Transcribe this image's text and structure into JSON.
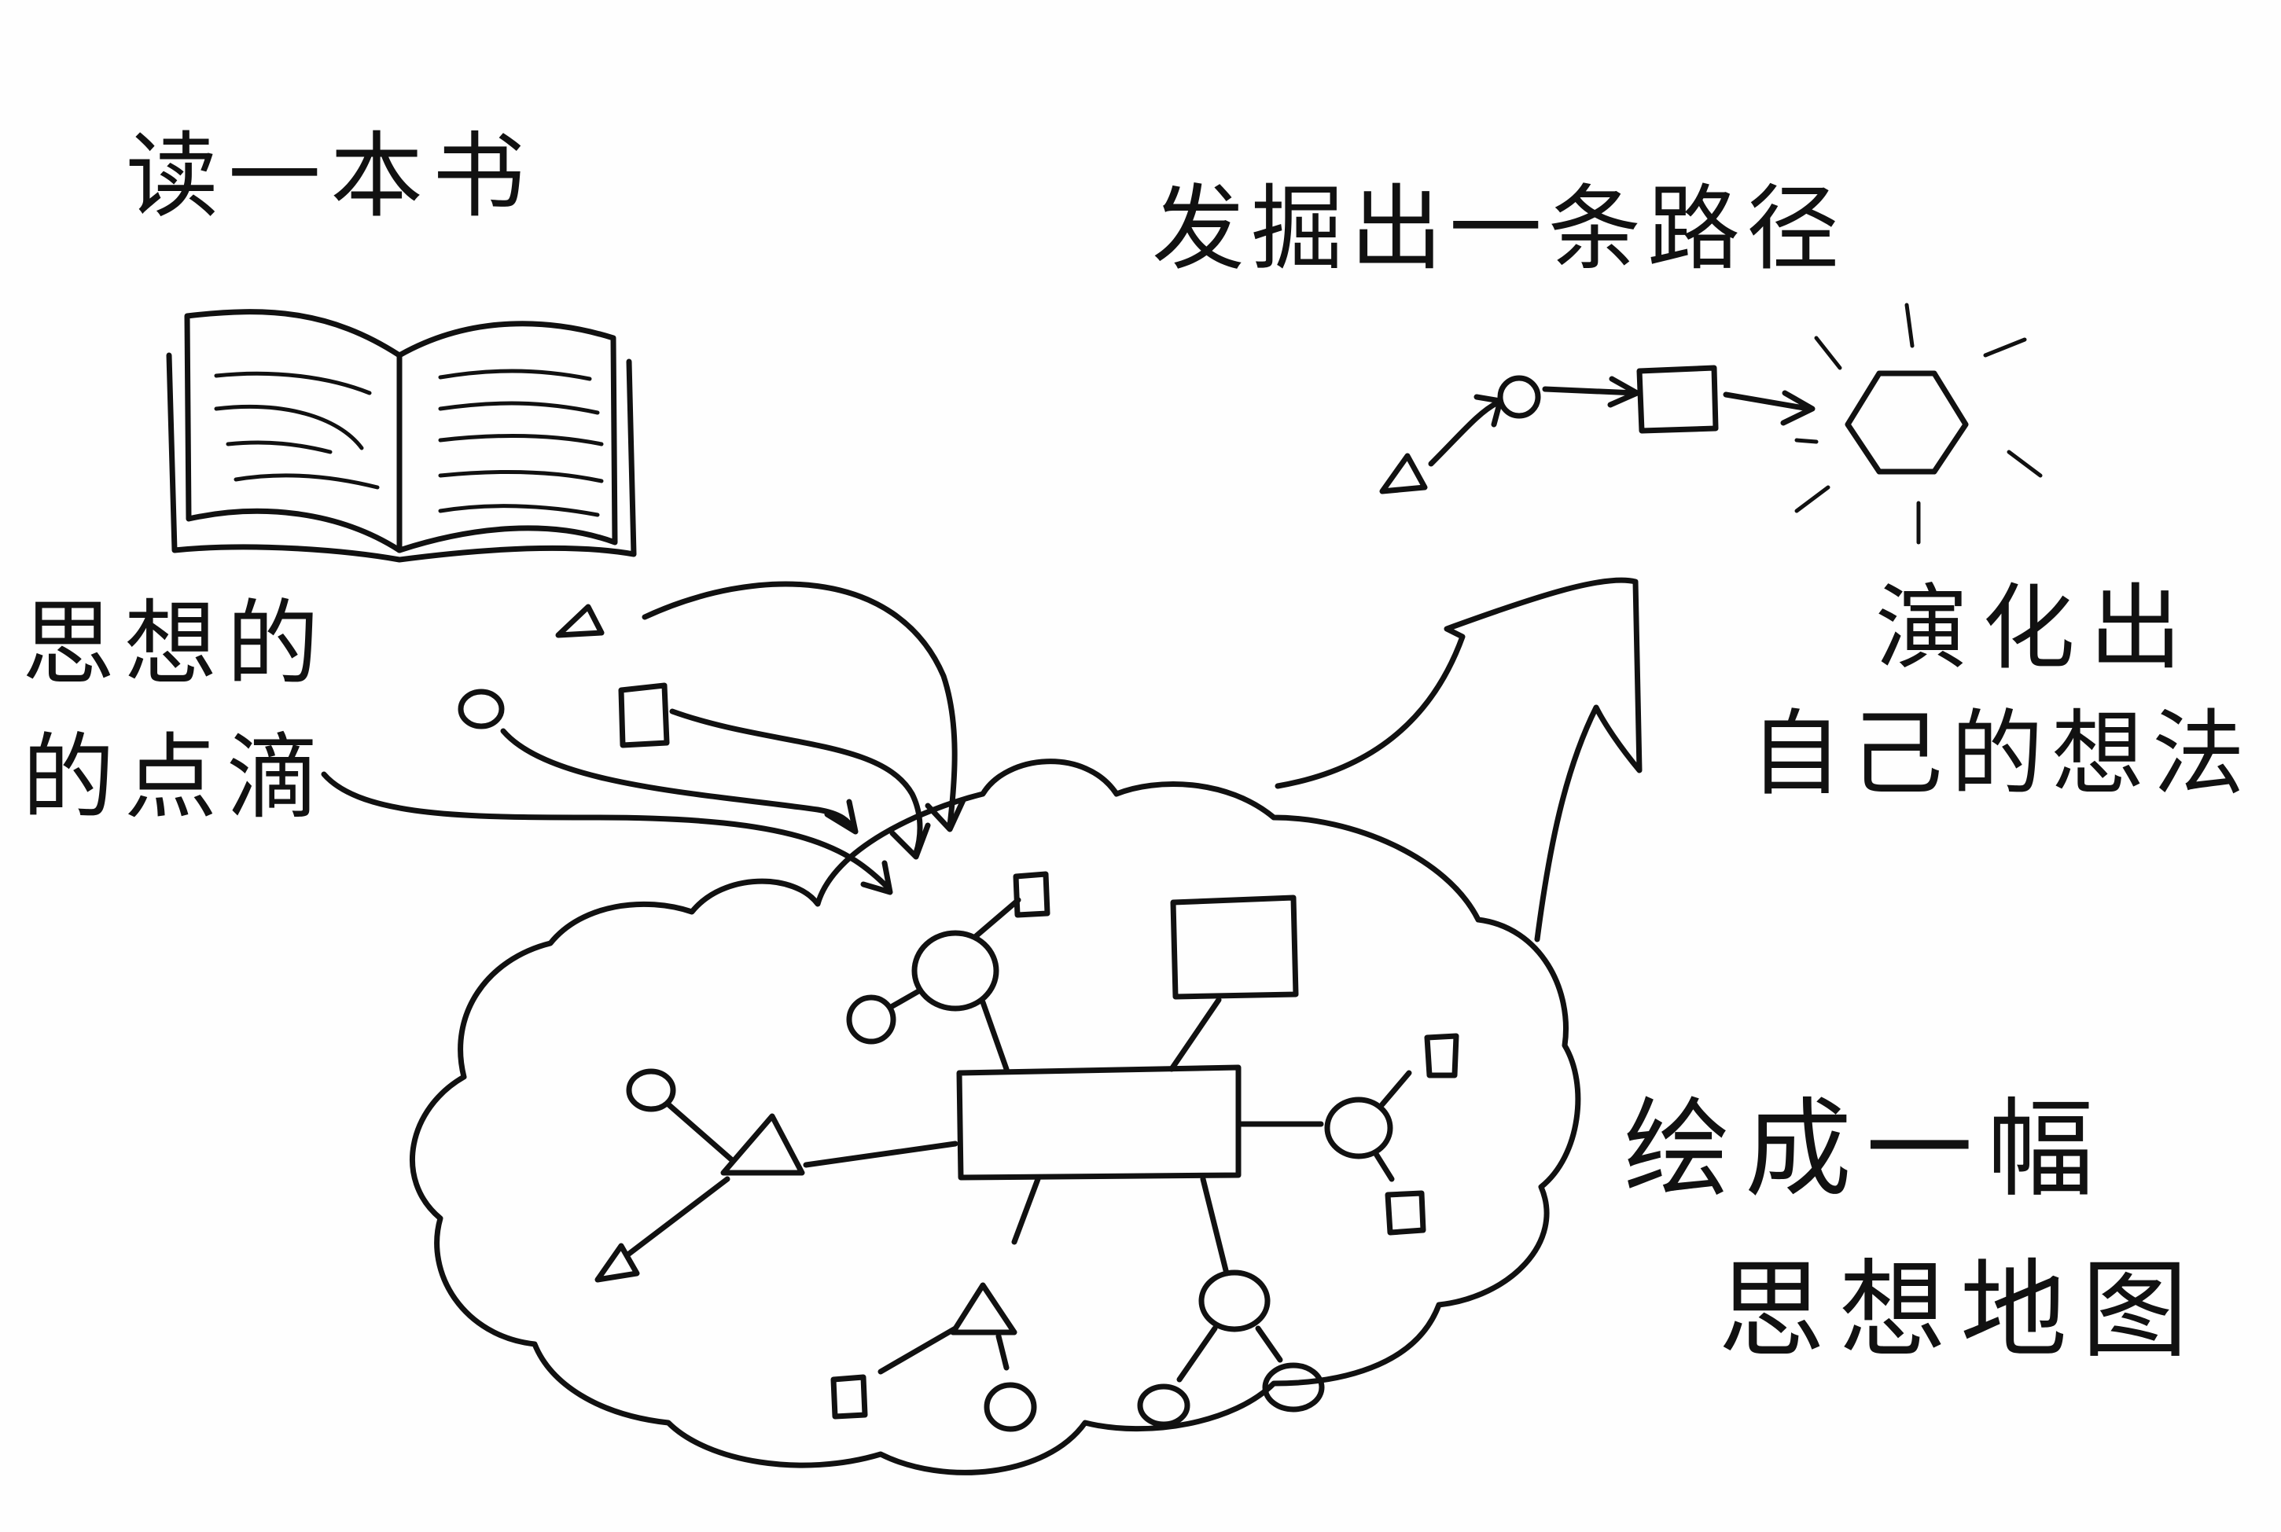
{
  "labels": {
    "read_book": "读一本书",
    "dig_path": "发掘出一条路径",
    "thought_drops_line1": "思想的",
    "thought_drops_line2": "的点滴",
    "evolve_line1": "演化出",
    "evolve_line2": "自己的想法",
    "map_line1": "绘成一幅",
    "map_line2": "思想地图"
  }
}
